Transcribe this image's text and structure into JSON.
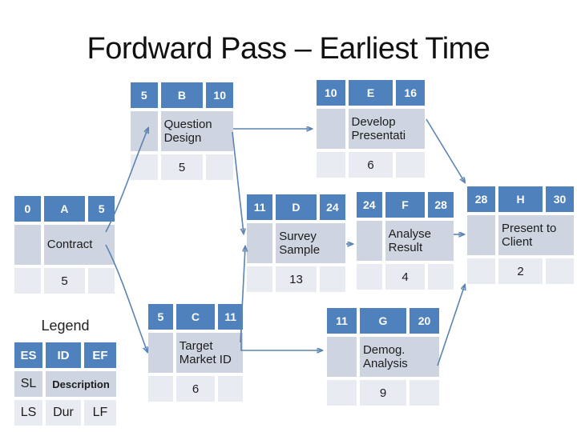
{
  "slide": {
    "title": "Fordward Pass – Earliest Time"
  },
  "legend": {
    "title": "Legend",
    "header": {
      "es": "ES",
      "id": "ID",
      "ef": "EF"
    },
    "middle": {
      "sl": "SL",
      "description": "Description"
    },
    "bottom": {
      "ls": "LS",
      "dur": "Dur",
      "lf": "LF"
    }
  },
  "nodes": [
    {
      "key": "A",
      "es": "0",
      "id": "A",
      "ef": "5",
      "description": "Contract",
      "duration": "5"
    },
    {
      "key": "B",
      "es": "5",
      "id": "B",
      "ef": "10",
      "description": "Question Design",
      "duration": "5"
    },
    {
      "key": "C",
      "es": "5",
      "id": "C",
      "ef": "11",
      "description": "Target Market ID",
      "duration": "6"
    },
    {
      "key": "D",
      "es": "11",
      "id": "D",
      "ef": "24",
      "description": "Survey Sample",
      "duration": "13"
    },
    {
      "key": "E",
      "es": "10",
      "id": "E",
      "ef": "16",
      "description": "Develop Presentati",
      "duration": "6"
    },
    {
      "key": "F",
      "es": "24",
      "id": "F",
      "ef": "28",
      "description": "Analyse Result",
      "duration": "4"
    },
    {
      "key": "G",
      "es": "11",
      "id": "G",
      "ef": "20",
      "description": "Demog. Analysis",
      "duration": "9"
    },
    {
      "key": "H",
      "es": "28",
      "id": "H",
      "ef": "30",
      "description": "Present to Client",
      "duration": "2"
    }
  ],
  "connections": [
    {
      "from": "A",
      "to": "B"
    },
    {
      "from": "A",
      "to": "C"
    },
    {
      "from": "B",
      "to": "E"
    },
    {
      "from": "B",
      "to": "D"
    },
    {
      "from": "C",
      "to": "D"
    },
    {
      "from": "C",
      "to": "G"
    },
    {
      "from": "D",
      "to": "F"
    },
    {
      "from": "E",
      "to": "H"
    },
    {
      "from": "F",
      "to": "H"
    },
    {
      "from": "G",
      "to": "H"
    }
  ],
  "colors": {
    "header_cell": "#4f81bd",
    "description_row": "#ced5e1",
    "duration_row": "#e9ebf2",
    "connector": "#5b84b1",
    "header_text": "#ffffff"
  }
}
